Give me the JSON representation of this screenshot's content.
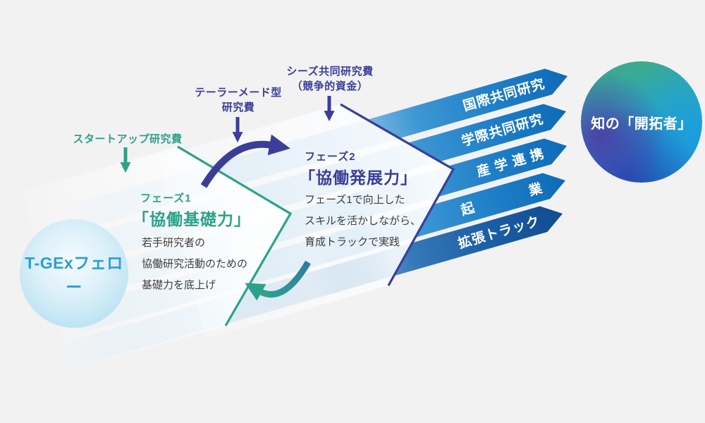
{
  "left_circle": {
    "label": "T-GExフェロー"
  },
  "right_circle": {
    "label": "知の「開拓者」"
  },
  "funding": [
    {
      "label": "スタートアップ研究費"
    },
    {
      "label": "テーラーメード型\n研究費"
    },
    {
      "label": "シーズ共同研究費\n（競争的資金）"
    }
  ],
  "phases": {
    "phase1": {
      "tag": "フェーズ1",
      "title": "「協働基礎力」",
      "body": "若手研究者の\n協働研究活動のための\n基礎力を底上げ"
    },
    "phase2": {
      "tag": "フェーズ2",
      "title": "「協働発展力」",
      "body": "フェーズ1で向上した\nスキルを活かしながら、\n育成トラックで実践"
    }
  },
  "tracks": [
    "国際共同研究",
    "学際共同研究",
    "産 学 連 携",
    "起　　　　業",
    "拡張トラック"
  ],
  "colors": {
    "green": "#2da189",
    "navy": "#3a3e99",
    "track_blue": "#1f7fc8",
    "track_blue_dark": "#114c8d",
    "fellow_blue": "#2b9ed8"
  }
}
